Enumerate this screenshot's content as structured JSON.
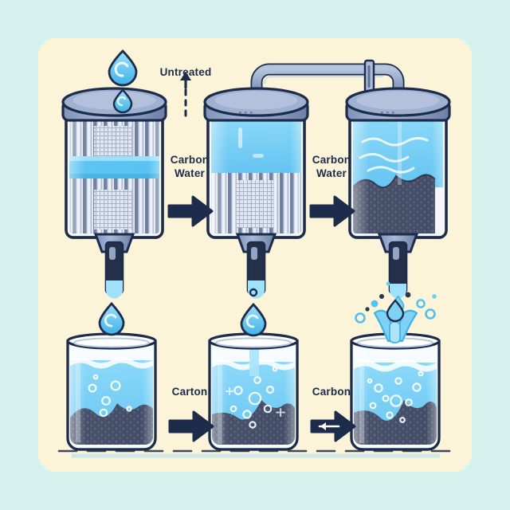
{
  "diagram": {
    "title": "Activated Carbon Water Filtration Process",
    "background_color": "#d6f2ef",
    "panel_color": "#fbf4d9",
    "water_color": "#63c9f5",
    "carbon_color": "#2b3450",
    "metal_color": "#8b9ec4",
    "arrow_color": "#1d2c4a",
    "text_color": "#1d2c4a"
  },
  "labels": {
    "untreated": "Untreated",
    "top_mid": "Carbon\nWater",
    "top_right": "Carbon\nWater",
    "bottom_mid": "Carton",
    "bottom_right": "Carbon"
  },
  "top_row": {
    "stages": [
      {
        "name": "filter-cartridge-1",
        "contents": "slatted filter element with blue water band",
        "water_level_pct": 0,
        "carbon_level_pct": 0,
        "droplet_above": true
      },
      {
        "name": "filter-cartridge-2",
        "contents": "water filling upper half over filter slats",
        "water_level_pct": 50,
        "carbon_level_pct": 0,
        "droplet_above": false
      },
      {
        "name": "filter-cartridge-3",
        "contents": "water over activated carbon granules",
        "water_level_pct": 45,
        "carbon_level_pct": 55,
        "droplet_above": false
      }
    ],
    "pipe": {
      "name": "connecting-pipe",
      "from": "filter-cartridge-2",
      "to": "filter-cartridge-3",
      "has_valve": true
    },
    "arrows": [
      {
        "name": "arrow-top-1",
        "direction": "right"
      },
      {
        "name": "arrow-top-2",
        "direction": "right"
      }
    ]
  },
  "bottom_row": {
    "stages": [
      {
        "name": "glass-1",
        "water_level_pct": 75,
        "carbon_level_pct": 25,
        "bubbles": 5,
        "top_effect": "single-droplet"
      },
      {
        "name": "glass-2",
        "water_level_pct": 72,
        "carbon_level_pct": 28,
        "bubbles": 9,
        "top_effect": "droplet-with-stream"
      },
      {
        "name": "glass-3",
        "water_level_pct": 70,
        "carbon_level_pct": 32,
        "bubbles": 11,
        "top_effect": "splash-with-droplets"
      }
    ],
    "arrows": [
      {
        "name": "arrow-bottom-1",
        "direction": "right"
      },
      {
        "name": "arrow-bottom-2",
        "direction": "right-with-inner-left"
      }
    ],
    "baseline": "dashed"
  }
}
